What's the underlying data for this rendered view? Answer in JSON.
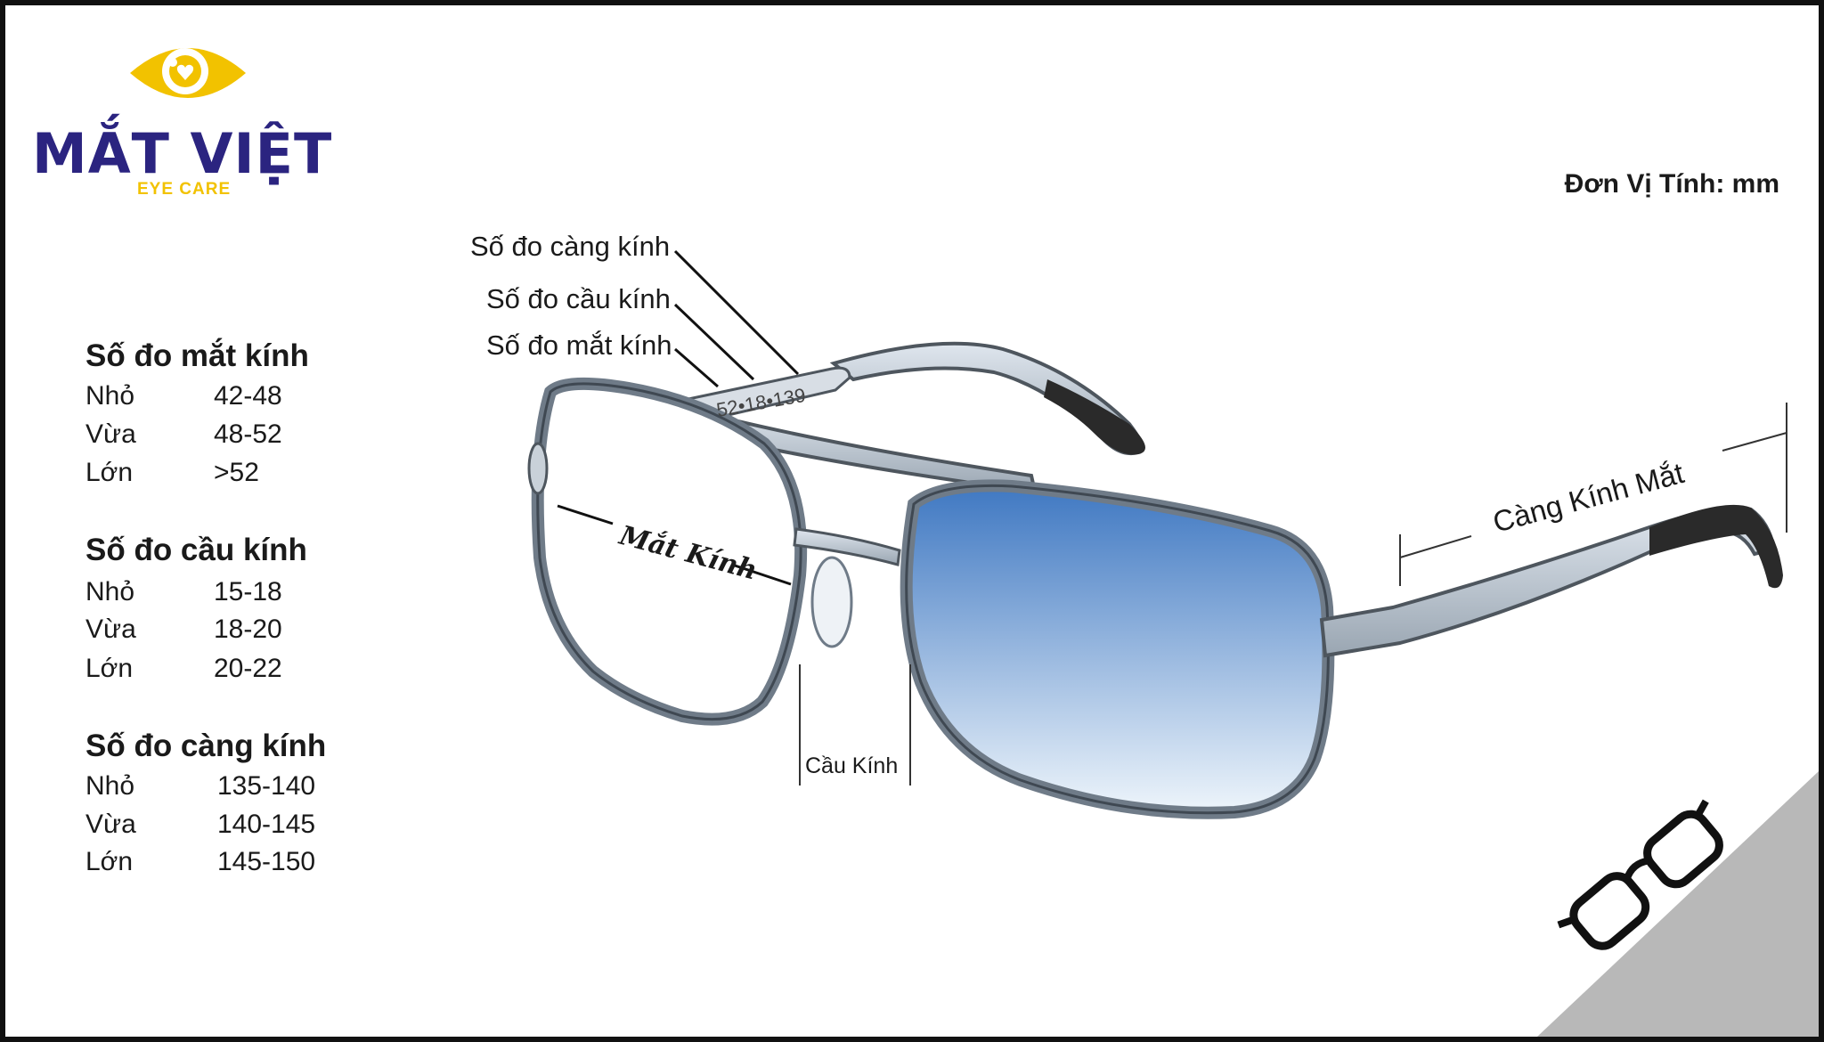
{
  "brand": {
    "name": "MẮT VIỆT",
    "tagline": "EYE CARE",
    "colors": {
      "primary": "#2b2480",
      "accent": "#f2c200"
    }
  },
  "unit_note": "Đơn Vị Tính: mm",
  "measure_tables": [
    {
      "title": "Số đo mắt kính",
      "rows": [
        {
          "label": "Nhỏ",
          "value": "42-48"
        },
        {
          "label": "Vừa",
          "value": "48-52"
        },
        {
          "label": "Lớn",
          "value": ">52"
        }
      ]
    },
    {
      "title": "Số đo cầu kính",
      "rows": [
        {
          "label": "Nhỏ",
          "value": "15-18"
        },
        {
          "label": "Vừa",
          "value": "18-20"
        },
        {
          "label": "Lớn",
          "value": "20-22"
        }
      ]
    },
    {
      "title": "Số đo càng kính",
      "rows": [
        {
          "label": "Nhỏ",
          "value": "135-140"
        },
        {
          "label": "Vừa",
          "value": "140-145"
        },
        {
          "label": "Lớn",
          "value": "145-150"
        }
      ]
    }
  ],
  "diagram": {
    "callouts": {
      "temple": "Số đo càng kính",
      "bridge": "Số đo cầu kính",
      "lens": "Số đo mắt kính"
    },
    "frame_code": "52•18•139",
    "labels": {
      "lens_width": "Mắt Kính",
      "bridge_width": "Cầu Kính",
      "temple_length": "Càng Kính Mắt"
    },
    "colors": {
      "frame": "#8e9aa6",
      "lens_top": "#3f78c2",
      "lens_bottom": "#eef5fb",
      "temple_tip": "#2a2a2a"
    }
  },
  "corner_icon": "eyeglasses-icon"
}
